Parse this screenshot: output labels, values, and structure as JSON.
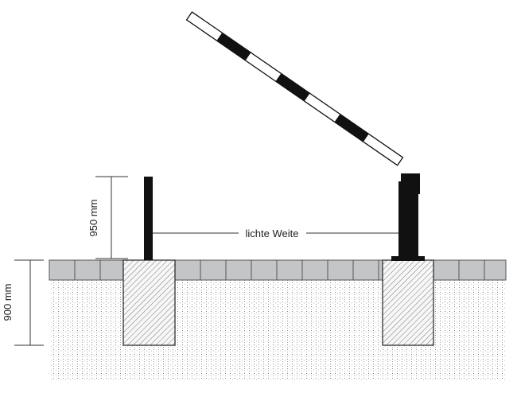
{
  "dimensions": {
    "width_label": "lichte Weite",
    "post_height_label": "950 mm",
    "foundation_depth_label": "900 mm"
  },
  "colors": {
    "line": "#111111",
    "paver_fill": "#c4c5c7",
    "paver_stroke": "#555555",
    "foundation_fill": "#f4f4f4",
    "boom_black": "#111111",
    "boom_white": "#ffffff"
  }
}
